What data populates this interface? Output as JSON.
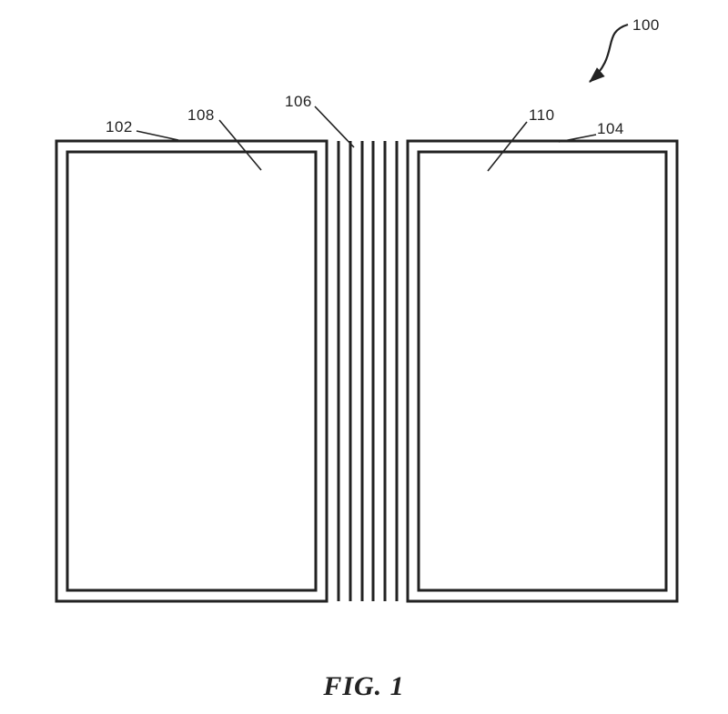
{
  "figure": {
    "caption": "FIG. 1",
    "labels": {
      "ref100": "100",
      "ref102": "102",
      "ref104": "104",
      "ref106": "106",
      "ref108": "108",
      "ref110": "110"
    },
    "colors": {
      "line": "#222222",
      "background": "#ffffff"
    }
  }
}
